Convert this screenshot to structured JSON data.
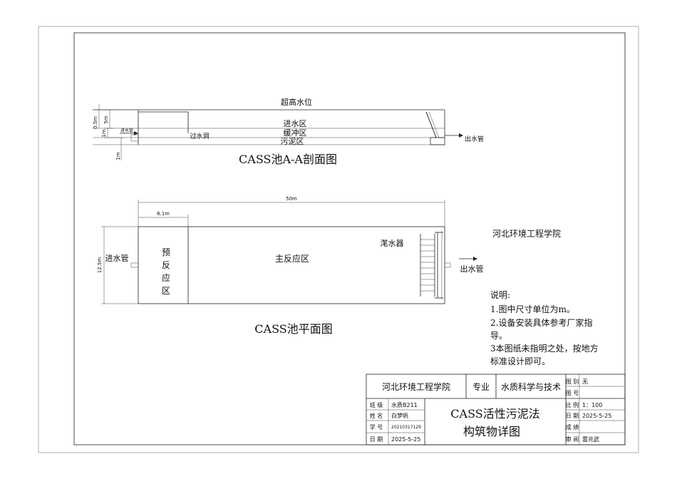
{
  "section": {
    "title": "CASS池A-A剖面图",
    "top_level": "超高水位",
    "zone_inlet": "进水区",
    "zone_buffer": "缓冲区",
    "zone_sludge": "污泥区",
    "overflow_hole": "过水洞",
    "inlet_pipe": "进水管",
    "outlet_pipe": "出水管",
    "dim_05m": "0.5m",
    "dim_5m": "5m",
    "dim_1m_a": "1m",
    "dim_1m_b": "1m"
  },
  "plan": {
    "title": "CASS池平面图",
    "dim_total": "50m",
    "dim_pre": "8.1m",
    "dim_width": "12.5m",
    "inlet_pipe": "进水管",
    "outlet_pipe": "出水管",
    "pre_reaction": [
      "预",
      "反",
      "应",
      "区"
    ],
    "main_reaction": "主反应区",
    "decanter": "滗水器"
  },
  "school_label": "河北环境工程学院",
  "notes": {
    "heading": "说明:",
    "lines": [
      "1.图中尺寸单位为m。",
      "2.设备安装具体参考厂家指",
      "导。",
      "3本图纸未指明之处，按地方",
      "标准设计即可。"
    ]
  },
  "title_block": {
    "school": "河北环境工程学院",
    "major_label": "专业",
    "major_value": "水质科学与技术",
    "drawing_title_1": "CASS活性污泥法",
    "drawing_title_2": "构筑物详图",
    "rows_left": [
      {
        "label": "班 级",
        "value": "水质B211"
      },
      {
        "label": "姓 名",
        "value": "白梦帆"
      },
      {
        "label": "学 号",
        "value": "20210317129"
      },
      {
        "label": "日 期",
        "value": "2025-5-25"
      }
    ],
    "rows_right": [
      {
        "label": "图 别",
        "value": "无"
      },
      {
        "label": "图 号",
        "value": ""
      },
      {
        "label": "比 例",
        "value": "1：100"
      },
      {
        "label": "日 期",
        "value": "2025-5-25"
      },
      {
        "label": "成 绩",
        "value": ""
      },
      {
        "label": "审 阅",
        "value": "雷兆武"
      }
    ]
  }
}
